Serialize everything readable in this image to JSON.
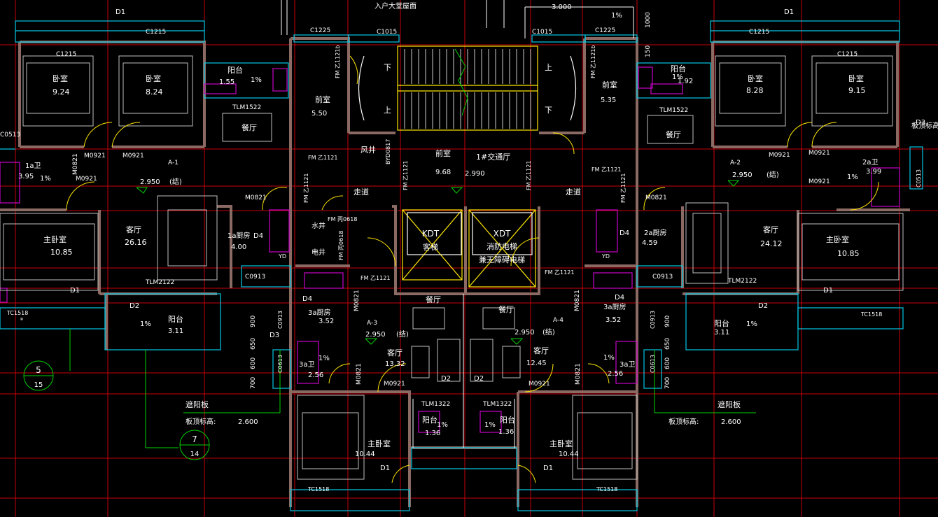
{
  "drawing": {
    "entrance_label": "入户大堂屋面",
    "top_dim": "3.000",
    "top_slope": "1%",
    "top_vert_dim": "1000",
    "side_dim_150": "150",
    "axis_bubbles": [
      {
        "top": "5",
        "bottom": "15"
      },
      {
        "top": "7",
        "bottom": "14"
      }
    ],
    "sunshade": {
      "label": "遮阳板",
      "elev_label": "板顶标高:",
      "elev_value": "2.600"
    },
    "board_top_right": "板顶标高",
    "unit_tags": [
      "A-1",
      "A-2",
      "A-3",
      "A-4"
    ],
    "core": {
      "lobby": "1#交通厅",
      "lobby_area": "9.68",
      "lobby_elev": "2.990",
      "front_room": "前室",
      "wind_shaft": "风井",
      "elec_shaft": "电井",
      "water_shaft": "水井",
      "corridor": "走道",
      "elevator1_code": "KDT",
      "elevator1": "客梯",
      "elevator2_code": "XDT",
      "elevator2": "消防电梯",
      "elevator2_sub": "兼无障碍电梯",
      "stair_down": "下",
      "stair_up": "上",
      "stair_door_left": "FM 乙1121b",
      "fire_door": "FM 乙1121",
      "shaft_door": "BYD0817",
      "shaft_door2": "FM 丙0618"
    },
    "rooms": {
      "bedroom": "卧室",
      "master_bedroom": "主卧室",
      "living": "客厅",
      "dining": "餐厅",
      "balcony": "阳台",
      "kitchen": "厨房",
      "bath": "卫",
      "vestibule": "前室"
    },
    "areas": {
      "bed_a1_1": "9.24",
      "bed_a1_2": "8.24",
      "balc_a1": "1.55",
      "bath_1a": "3.95",
      "kit_1a": "4.00",
      "living_a1": "26.16",
      "master_a1": "10.85",
      "front_left": "5.50",
      "front_right": "5.35",
      "bed_a2_1": "8.28",
      "bed_a2_2": "9.15",
      "balc_a2": "1.92",
      "bath_2a": "3.99",
      "kit_2a": "4.59",
      "living_a2": "24.12",
      "master_a2": "10.85",
      "kit_3a_l": "3.52",
      "bath_3a_l": "2.56",
      "living_a3": "13.32",
      "balc_a3": "1.36",
      "master_a3": "10.44",
      "kit_3a_r": "3.52",
      "bath_3a_r": "2.56",
      "living_a4": "12.45",
      "balc_a4": "1.36",
      "master_a4": "10.44",
      "balc_big_l": "3.11",
      "balc_big_r": "3.11"
    },
    "levels": {
      "a1": "2.950",
      "a2": "2.950",
      "a3": "2.950",
      "a4": "2.950",
      "jie": "(结)"
    },
    "slope": "1%",
    "codes": {
      "c1215": "C1215",
      "c1225": "C1225",
      "c1015": "C1015",
      "c0913": "C0913",
      "c0613": "C0613",
      "c0513": "C0513",
      "tlm1522": "TLM1522",
      "tlm2122": "TLM2122",
      "tlm1322": "TLM1322",
      "m0921": "M0921",
      "m0821": "M0821",
      "tc1518": "TC1518",
      "d1": "D1",
      "d2": "D2",
      "d3": "D3",
      "d4": "D4",
      "yd": "YD"
    },
    "room_ids": {
      "r1a": "1a",
      "r2a": "2a",
      "r3a": "3a"
    },
    "side_dims": [
      "900",
      "650",
      "600",
      "700"
    ]
  },
  "colors": {
    "background": "#000000",
    "red_grid": "#c8000a",
    "wall": "#8a6a62",
    "wall_cyan": "#00c8e6",
    "yellow": "#ffe600",
    "green": "#00d200",
    "magenta": "#c800c8",
    "white": "#ffffff",
    "grey": "#bfbfbf"
  }
}
